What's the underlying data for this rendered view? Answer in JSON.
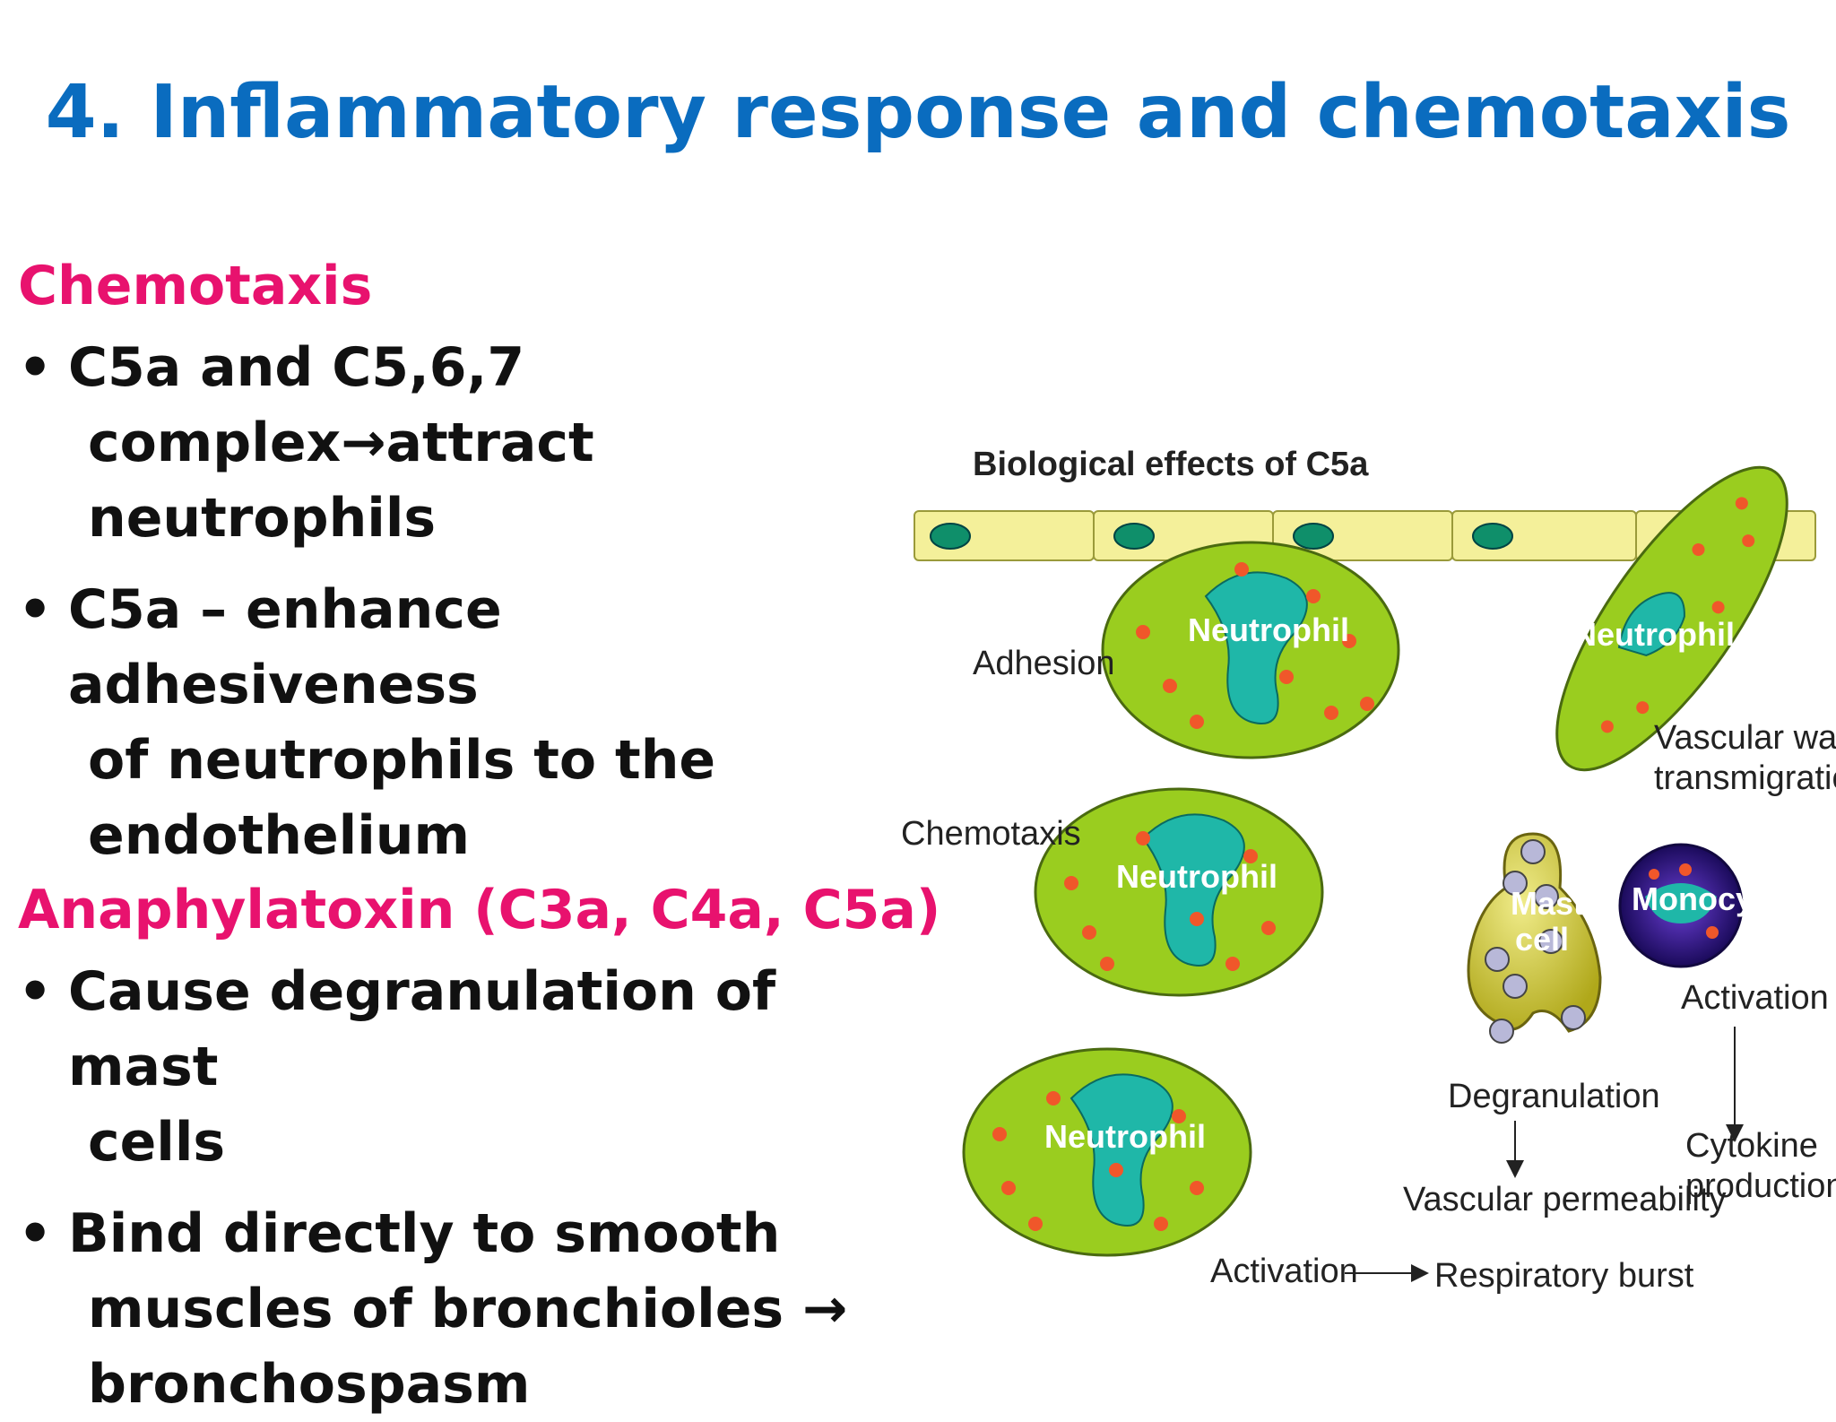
{
  "title": "4. Inflammatory response and chemotaxis",
  "section1": {
    "heading": "Chemotaxis",
    "bullets": [
      {
        "line1": "C5a and C5,6,7",
        "rest": [
          "complex→attract",
          "neutrophils"
        ]
      },
      {
        "line1": "C5a – enhance adhesiveness",
        "rest": [
          "of neutrophils to the",
          "endothelium"
        ]
      }
    ]
  },
  "section2": {
    "heading": "Anaphylatoxin (C3a, C4a, C5a)",
    "bullets": [
      {
        "line1": "Cause degranulation of mast",
        "rest": [
          "cells"
        ]
      },
      {
        "line1": "Bind directly to smooth",
        "rest": [
          "muscles of bronchioles →",
          "bronchospasm"
        ]
      }
    ]
  },
  "diagram": {
    "title": "Biological effects of C5a",
    "labels": {
      "adhesion": "Adhesion",
      "chemotaxis": "Chemotaxis",
      "vascular_wall_1": "Vascular wall",
      "vascular_wall_2": "transmigration",
      "activation_right": "Activation",
      "degranulation": "Degranulation",
      "vascular_permeability": "Vascular permeability",
      "cytokine_1": "Cytokine",
      "cytokine_2": "production",
      "activation_bottom": "Activation",
      "respiratory_burst": "Respiratory burst"
    },
    "cells": {
      "neutrophil": "Neutrophil",
      "mast_1": "Mast",
      "mast_2": "cell",
      "monocyte": "Monocyte"
    }
  },
  "colors": {
    "title": "#0a6cbf",
    "heading": "#e8126e",
    "body_text": "#111111",
    "endothelium": "#f4f09a",
    "neutrophil_body": "#9acd1f",
    "neutrophil_nucleus": "#1fb7a8",
    "granule": "#f0572a",
    "monocyte": "#3a1a8c"
  }
}
